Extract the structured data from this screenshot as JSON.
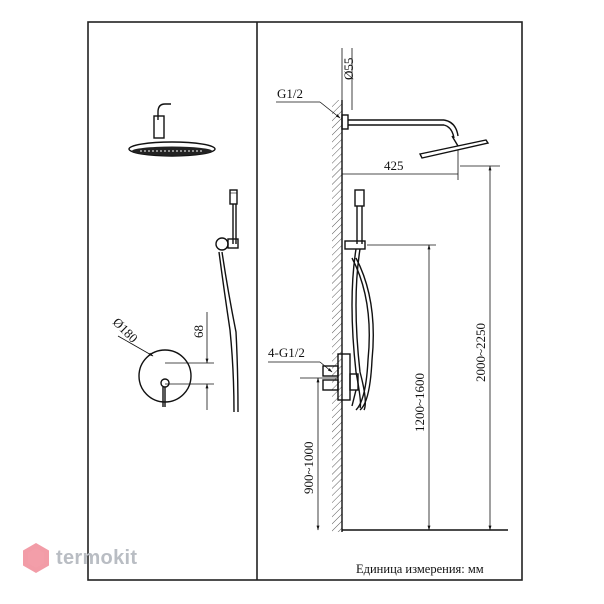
{
  "labels": {
    "d180": "Ø180",
    "h68": "68",
    "d55": "Ø55",
    "g12": "G1/2",
    "len425": "425",
    "g12x4": "4-G1/2",
    "h2000_2250": "2000~2250",
    "h1200_1600": "1200~1600",
    "h900_1000": "900~1000"
  },
  "footer": {
    "units": "Единица измерения: мм"
  },
  "watermark": {
    "text": "termokit"
  },
  "colors": {
    "line": "#111111",
    "watermark_hex": "#e84a5f",
    "watermark_text": "#b9bdc3"
  }
}
